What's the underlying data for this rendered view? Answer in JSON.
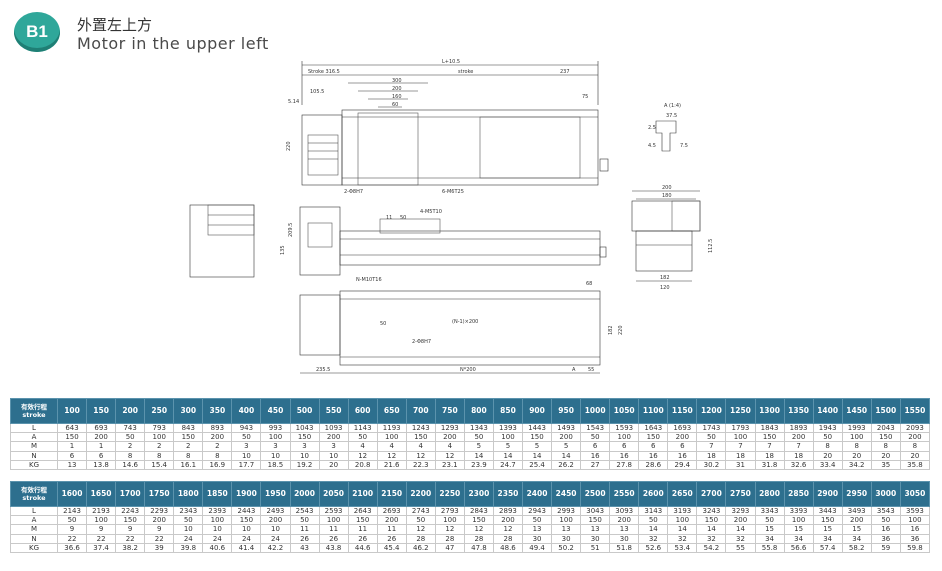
{
  "header": {
    "badge": "B1",
    "title_cn": "外置左上方",
    "title_en": "Motor in the upper left"
  },
  "drawing": {
    "top_view": {
      "overall": "L+10.5",
      "stroke_offset": "Stroke 316.5",
      "stroke_label": "stroke",
      "tail": "237",
      "dims": [
        "300",
        "200",
        "160",
        "60"
      ],
      "height": "220",
      "left_gap": "5.14",
      "note_left": "105.5",
      "note_right": "75",
      "holes_a": "2-Φ8H7",
      "holes_b": "6-M6T25"
    },
    "front_view": {
      "height_a": "209.5",
      "height_b": "135",
      "dim_11": "11",
      "dim_50": "50",
      "note": "4-M5T10"
    },
    "side_view": {
      "width": "200",
      "inner": "180",
      "height": "112.5",
      "height_b": "182",
      "bottom": "120"
    },
    "detail": {
      "label": "A (1:4)",
      "dims": [
        "37.5",
        "2.5",
        "4.5",
        "7.5"
      ]
    },
    "bottom_view": {
      "holes": "N-M10T16",
      "pitch_note": "(N-1)×200",
      "dim_50": "50",
      "dim_68": "68",
      "width": "182",
      "height": "220",
      "dowel": "2-Φ8H7",
      "left": "235.5",
      "pitch": "N*200",
      "a": "A",
      "end": "55"
    }
  },
  "table1": {
    "header_label": [
      "有效行程",
      "stroke"
    ],
    "strokes": [
      "100",
      "150",
      "200",
      "250",
      "300",
      "350",
      "400",
      "450",
      "500",
      "550",
      "600",
      "650",
      "700",
      "750",
      "800",
      "850",
      "900",
      "950",
      "1000",
      "1050",
      "1100",
      "1150",
      "1200",
      "1250",
      "1300",
      "1350",
      "1400",
      "1450",
      "1500",
      "1550"
    ],
    "rows": [
      {
        "label": "L",
        "values": [
          "643",
          "693",
          "743",
          "793",
          "843",
          "893",
          "943",
          "993",
          "1043",
          "1093",
          "1143",
          "1193",
          "1243",
          "1293",
          "1343",
          "1393",
          "1443",
          "1493",
          "1543",
          "1593",
          "1643",
          "1693",
          "1743",
          "1793",
          "1843",
          "1893",
          "1943",
          "1993",
          "2043",
          "2093"
        ]
      },
      {
        "label": "A",
        "values": [
          "150",
          "200",
          "50",
          "100",
          "150",
          "200",
          "50",
          "100",
          "150",
          "200",
          "50",
          "100",
          "150",
          "200",
          "50",
          "100",
          "150",
          "200",
          "50",
          "100",
          "150",
          "200",
          "50",
          "100",
          "150",
          "200",
          "50",
          "100",
          "150",
          "200"
        ]
      },
      {
        "label": "M",
        "values": [
          "1",
          "1",
          "2",
          "2",
          "2",
          "2",
          "3",
          "3",
          "3",
          "3",
          "4",
          "4",
          "4",
          "4",
          "5",
          "5",
          "5",
          "5",
          "6",
          "6",
          "6",
          "6",
          "7",
          "7",
          "7",
          "7",
          "8",
          "8",
          "8",
          "8"
        ]
      },
      {
        "label": "N",
        "values": [
          "6",
          "6",
          "8",
          "8",
          "8",
          "8",
          "10",
          "10",
          "10",
          "10",
          "12",
          "12",
          "12",
          "12",
          "14",
          "14",
          "14",
          "14",
          "16",
          "16",
          "16",
          "16",
          "18",
          "18",
          "18",
          "18",
          "20",
          "20",
          "20",
          "20"
        ]
      },
      {
        "label": "KG",
        "values": [
          "13",
          "13.8",
          "14.6",
          "15.4",
          "16.1",
          "16.9",
          "17.7",
          "18.5",
          "19.2",
          "20",
          "20.8",
          "21.6",
          "22.3",
          "23.1",
          "23.9",
          "24.7",
          "25.4",
          "26.2",
          "27",
          "27.8",
          "28.6",
          "29.4",
          "30.2",
          "31",
          "31.8",
          "32.6",
          "33.4",
          "34.2",
          "35",
          "35.8"
        ]
      }
    ]
  },
  "table2": {
    "header_label": [
      "有效行程",
      "stroke"
    ],
    "strokes": [
      "1600",
      "1650",
      "1700",
      "1750",
      "1800",
      "1850",
      "1900",
      "1950",
      "2000",
      "2050",
      "2100",
      "2150",
      "2200",
      "2250",
      "2300",
      "2350",
      "2400",
      "2450",
      "2500",
      "2550",
      "2600",
      "2650",
      "2700",
      "2750",
      "2800",
      "2850",
      "2900",
      "2950",
      "3000",
      "3050"
    ],
    "rows": [
      {
        "label": "L",
        "values": [
          "2143",
          "2193",
          "2243",
          "2293",
          "2343",
          "2393",
          "2443",
          "2493",
          "2543",
          "2593",
          "2643",
          "2693",
          "2743",
          "2793",
          "2843",
          "2893",
          "2943",
          "2993",
          "3043",
          "3093",
          "3143",
          "3193",
          "3243",
          "3293",
          "3343",
          "3393",
          "3443",
          "3493",
          "3543",
          "3593"
        ]
      },
      {
        "label": "A",
        "values": [
          "50",
          "100",
          "150",
          "200",
          "50",
          "100",
          "150",
          "200",
          "50",
          "100",
          "150",
          "200",
          "50",
          "100",
          "150",
          "200",
          "50",
          "100",
          "150",
          "200",
          "50",
          "100",
          "150",
          "200",
          "50",
          "100",
          "150",
          "200",
          "50",
          "100"
        ]
      },
      {
        "label": "M",
        "values": [
          "9",
          "9",
          "9",
          "9",
          "10",
          "10",
          "10",
          "10",
          "11",
          "11",
          "11",
          "11",
          "12",
          "12",
          "12",
          "12",
          "13",
          "13",
          "13",
          "13",
          "14",
          "14",
          "14",
          "14",
          "15",
          "15",
          "15",
          "15",
          "16",
          "16"
        ]
      },
      {
        "label": "N",
        "values": [
          "22",
          "22",
          "22",
          "22",
          "24",
          "24",
          "24",
          "24",
          "26",
          "26",
          "26",
          "26",
          "28",
          "28",
          "28",
          "28",
          "30",
          "30",
          "30",
          "30",
          "32",
          "32",
          "32",
          "32",
          "34",
          "34",
          "34",
          "34",
          "36",
          "36"
        ]
      },
      {
        "label": "KG",
        "values": [
          "36.6",
          "37.4",
          "38.2",
          "39",
          "39.8",
          "40.6",
          "41.4",
          "42.2",
          "43",
          "43.8",
          "44.6",
          "45.4",
          "46.2",
          "47",
          "47.8",
          "48.6",
          "49.4",
          "50.2",
          "51",
          "51.8",
          "52.6",
          "53.4",
          "54.2",
          "55",
          "55.8",
          "56.6",
          "57.4",
          "58.2",
          "59",
          "59.8"
        ]
      }
    ]
  }
}
